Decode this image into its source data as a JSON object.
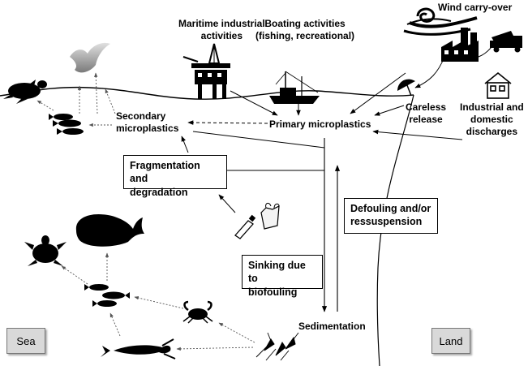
{
  "labels": {
    "maritime": "Maritime industrial\nactivities",
    "boating": "Boating activities\n(fishing, recreational)",
    "wind": "Wind carry-over",
    "careless": "Careless\nrelease",
    "industrial": "Industrial and\ndomestic\ndischarges",
    "primary": "Primary microplastics",
    "secondary": "Secondary\nmicroplastics",
    "sedimentation": "Sedimentation"
  },
  "boxes": {
    "fragmentation": "Fragmentation and\ndegradation",
    "defouling": "Defouling and/or\nressuspension",
    "sinking": "Sinking due to\nbiofouling"
  },
  "corners": {
    "sea": "Sea",
    "land": "Land"
  },
  "colors": {
    "ink": "#000000",
    "corner_fill": "#d9d9d9",
    "bird_gradient": "#bfbfbf"
  },
  "icons": [
    "wind-swirl-icon",
    "factory-icon",
    "dump-truck-icon",
    "house-icon",
    "umbrella-icon",
    "oil-platform-icon",
    "fishing-boat-icon",
    "seagull-icon",
    "sea-turtle-icon",
    "whale-icon",
    "fish-icon",
    "crab-icon",
    "lobster-icon",
    "zooplankton-icon",
    "plastic-bottle-icon",
    "plastic-bag-icon"
  ]
}
